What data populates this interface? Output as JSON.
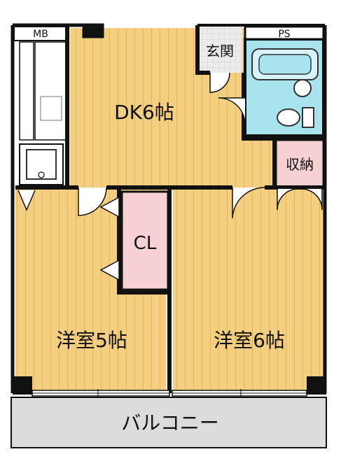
{
  "rooms": {
    "dk": "DK6帖",
    "western_a": "洋室5帖",
    "western_b": "洋室6帖",
    "closet": "CL",
    "storage": "収納",
    "entrance": "玄関",
    "balcony": "バルコニー",
    "mb": "MB",
    "ps": "PS"
  },
  "colors": {
    "floor": "#f3cf82",
    "floor_line": "#e2b55c",
    "pink": "#f6d0d3",
    "bath": "#a8e3ee",
    "balcony": "#dcdcdc",
    "wall": "#111111",
    "tile": "#e4e4e4"
  }
}
